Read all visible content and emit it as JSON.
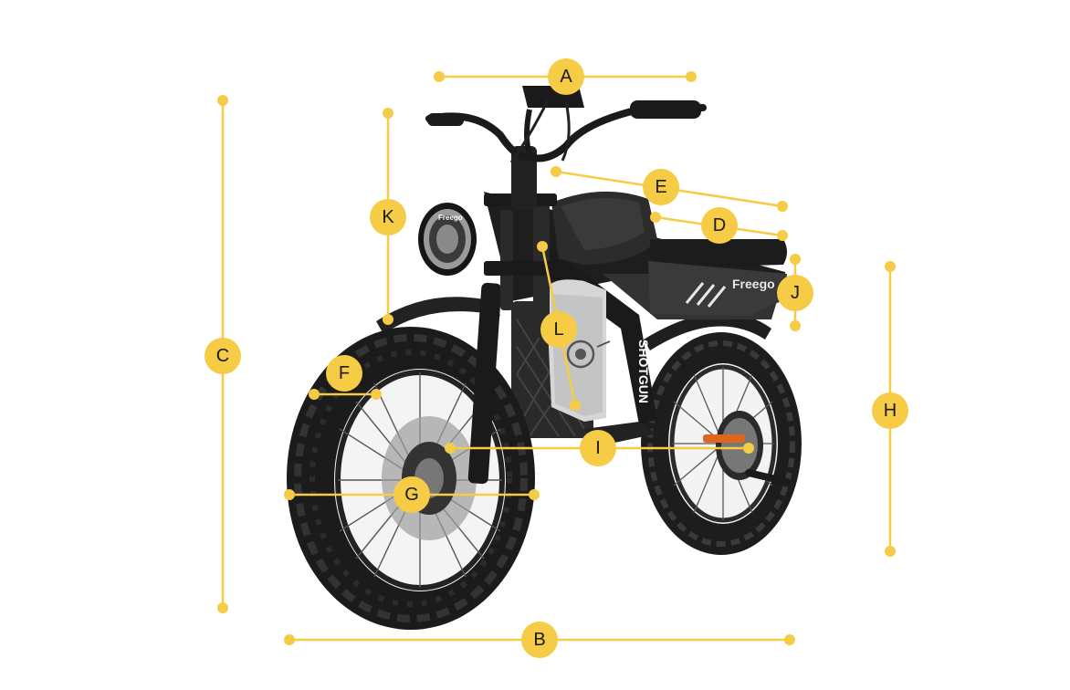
{
  "diagram": {
    "accent_color": "#f6cb45",
    "label_text_color": "#1a1a1a",
    "product_icon": "fat-tire-electric-bike",
    "brand_marks": {
      "headlight": "Freego",
      "rear_panel": "Freego",
      "frame": "SHOTGUN"
    },
    "labels": {
      "a": "A",
      "b": "B",
      "c": "C",
      "d": "D",
      "e": "E",
      "f": "F",
      "g": "G",
      "h": "H",
      "i": "I",
      "j": "J",
      "k": "K",
      "l": "L"
    }
  }
}
